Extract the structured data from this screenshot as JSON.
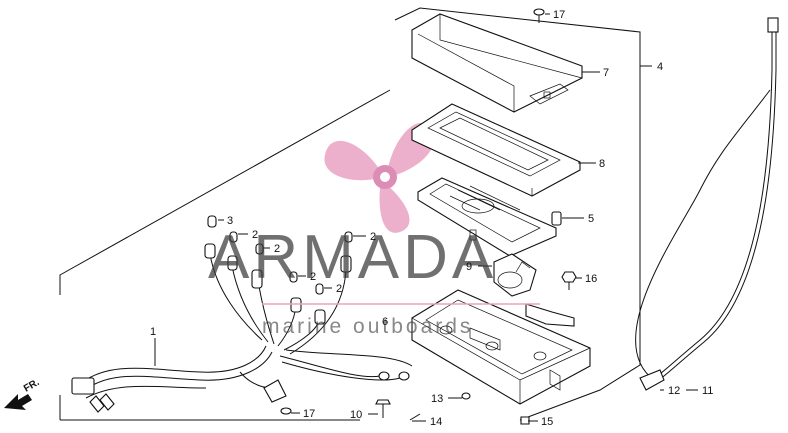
{
  "watermark": {
    "brand": "ARMADA",
    "tagline": "marine outboards",
    "logo_color": "#e9a3c4",
    "logo_color_dark": "#d77aa8"
  },
  "direction_label": "FR.",
  "callouts": {
    "c1": "1",
    "c2a": "2",
    "c2b": "2",
    "c2c": "2",
    "c2d": "2",
    "c2e": "2",
    "c3": "3",
    "c4": "4",
    "c5": "5",
    "c6": "6",
    "c7": "7",
    "c8": "8",
    "c9": "9",
    "c10": "10",
    "c11": "11",
    "c12": "12",
    "c13": "13",
    "c14": "14",
    "c15": "15",
    "c16": "16",
    "c17a": "17",
    "c17b": "17"
  }
}
